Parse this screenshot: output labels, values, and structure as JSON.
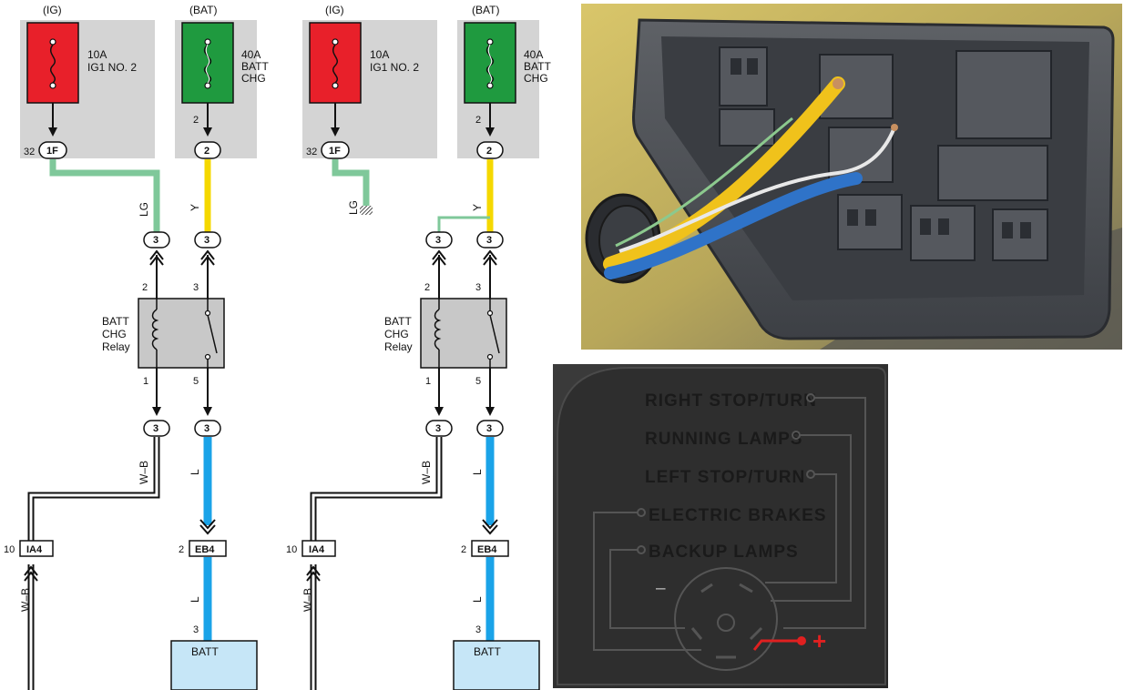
{
  "colors": {
    "ig_fuse": "#e8202a",
    "bat_fuse": "#1f9a3f",
    "wire_lg": "#7fc89a",
    "wire_y": "#f5d800",
    "wire_l": "#1aa3e8",
    "relay_fill": "#c8c8c8",
    "fuse_box_bg": "#d4d4d4",
    "batt_fill": "#c6e6f7",
    "plus_sign": "#e02020"
  },
  "diagrams": [
    {
      "ig_label": "(IG)",
      "bat_label": "(BAT)",
      "ig_fuse": {
        "line1": "10A",
        "line2": "IG1 NO. 2"
      },
      "bat_fuse": {
        "line1": "40A",
        "line2": "BATT",
        "line3": "CHG"
      },
      "pins": {
        "ig_conn": "32",
        "bat_conn": "2",
        "relay_coil_top": "2",
        "relay_sw_top": "3",
        "relay_coil_bottom": "1",
        "relay_sw_bottom": "5",
        "ia4_pin": "10",
        "eb4_pin": "2",
        "batt_pin": "3"
      },
      "connectors": {
        "ig": "1F",
        "bat": "2",
        "mid_left": "3",
        "mid_right": "3",
        "low_left": "3",
        "low_right": "3",
        "ia4": "IA4",
        "eb4": "EB4"
      },
      "wires": {
        "lg": "LG",
        "y": "Y",
        "wb": "W–B",
        "wb_lower": "W–B",
        "l": "L",
        "l_lower": "L"
      },
      "relay": {
        "line1": "BATT",
        "line2": "CHG",
        "line3": "Relay"
      },
      "batt_label": "BATT"
    },
    {
      "ig_label": "(IG)",
      "bat_label": "(BAT)",
      "ig_fuse": {
        "line1": "10A",
        "line2": "IG1 NO. 2"
      },
      "bat_fuse": {
        "line1": "40A",
        "line2": "BATT",
        "line3": "CHG"
      },
      "pins": {
        "ig_conn": "32",
        "bat_conn": "2",
        "relay_coil_top": "2",
        "relay_sw_top": "3",
        "relay_coil_bottom": "1",
        "relay_sw_bottom": "5",
        "ia4_pin": "10",
        "eb4_pin": "2",
        "batt_pin": "3"
      },
      "connectors": {
        "ig": "1F",
        "bat": "2",
        "mid_left": "3",
        "mid_right": "3",
        "low_left": "3",
        "low_right": "3",
        "ia4": "IA4",
        "eb4": "EB4"
      },
      "wires": {
        "lg": "LG",
        "y": "Y",
        "wb": "W–B",
        "wb_lower": "W–B",
        "l": "L",
        "l_lower": "L"
      },
      "relay": {
        "line1": "BATT",
        "line2": "CHG",
        "line3": "Relay"
      },
      "batt_label": "BATT"
    }
  ],
  "trailer_panel": {
    "labels": [
      "RIGHT STOP/TURN",
      "RUNNING LAMPS",
      "LEFT STOP/TURN",
      "ELECTRIC BRAKES",
      "BACKUP LAMPS"
    ],
    "minus": "–",
    "plus": "+"
  }
}
